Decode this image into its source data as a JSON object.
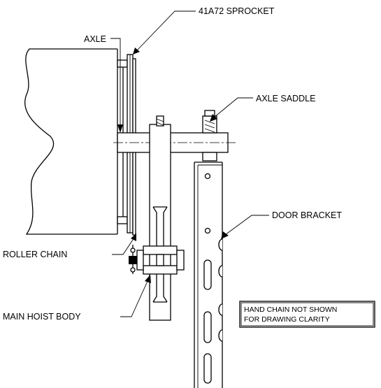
{
  "labels": {
    "sprocket": "41A72 SPROCKET",
    "axle": "AXLE",
    "axle_saddle": "AXLE SADDLE",
    "door_bracket": "DOOR BRACKET",
    "roller_chain": "ROLLER CHAIN",
    "main_hoist_body": "MAIN HOIST BODY"
  },
  "note": {
    "line1": "HAND CHAIN NOT SHOWN",
    "line2": "FOR DRAWING CLARITY"
  }
}
